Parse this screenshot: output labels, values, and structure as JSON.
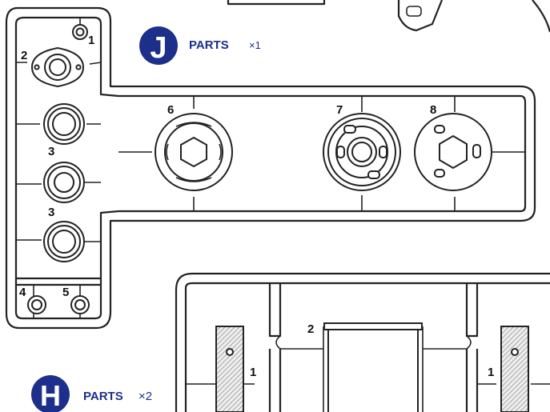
{
  "sprue_j": {
    "badge_letter": "J",
    "parts_text": "PARTS",
    "multiplier": "×1",
    "part_numbers": [
      "1",
      "2",
      "3",
      "3",
      "4",
      "5",
      "6",
      "7",
      "8"
    ]
  },
  "sprue_h": {
    "badge_letter": "H",
    "parts_text": "PARTS",
    "multiplier": "×2",
    "part_numbers": [
      "1",
      "2",
      "1"
    ]
  },
  "colors": {
    "badge": "#1c2f8a",
    "line": "#222222",
    "hatch": "#d9d9d9"
  }
}
